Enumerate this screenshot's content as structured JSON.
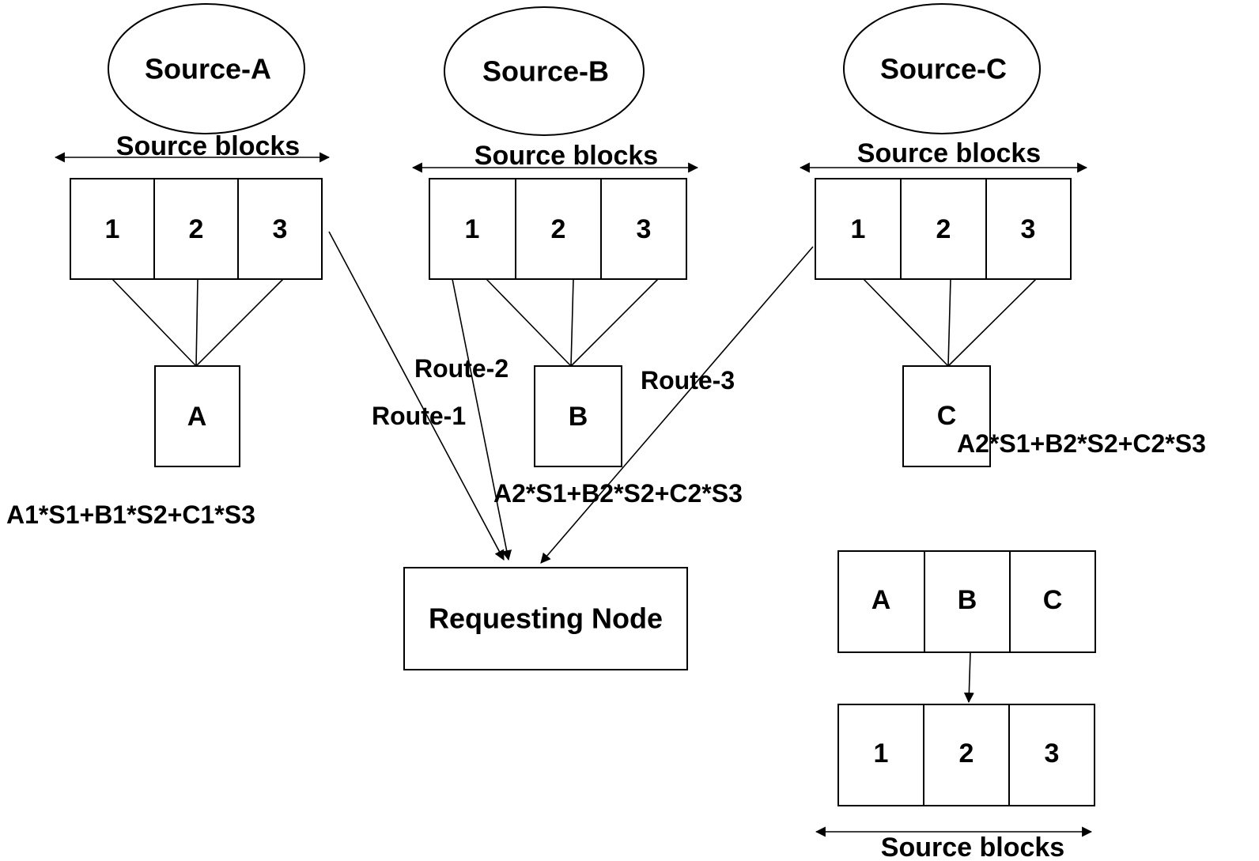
{
  "sources": [
    {
      "label": "Source-A",
      "blocks_label": "Source blocks",
      "cells": [
        "1",
        "2",
        "3"
      ],
      "encoded": "A"
    },
    {
      "label": "Source-B",
      "blocks_label": "Source blocks",
      "cells": [
        "1",
        "2",
        "3"
      ],
      "encoded": "B"
    },
    {
      "label": "Source-C",
      "blocks_label": "Source blocks",
      "cells": [
        "1",
        "2",
        "3"
      ],
      "encoded": "C"
    }
  ],
  "routes": [
    "Route-1",
    "Route-2",
    "Route-3"
  ],
  "equations": {
    "a": "A1*S1+B1*S2+C1*S3",
    "b": "A2*S1+B2*S2+C2*S3",
    "c": "A2*S1+B2*S2+C2*S3"
  },
  "requesting_node": "Requesting Node",
  "decode": {
    "coded_cells": [
      "A",
      "B",
      "C"
    ],
    "decoded_cells": [
      "1",
      "2",
      "3"
    ],
    "blocks_label": "Source blocks"
  }
}
